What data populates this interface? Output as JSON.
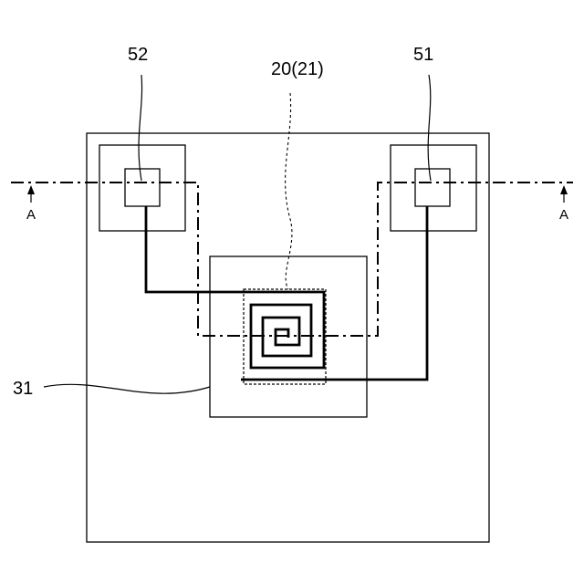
{
  "labels": {
    "electrode_left": "52",
    "electrode_right": "51",
    "coil": "20(21)",
    "plate": "31",
    "section_left": "A",
    "section_right": "A"
  }
}
